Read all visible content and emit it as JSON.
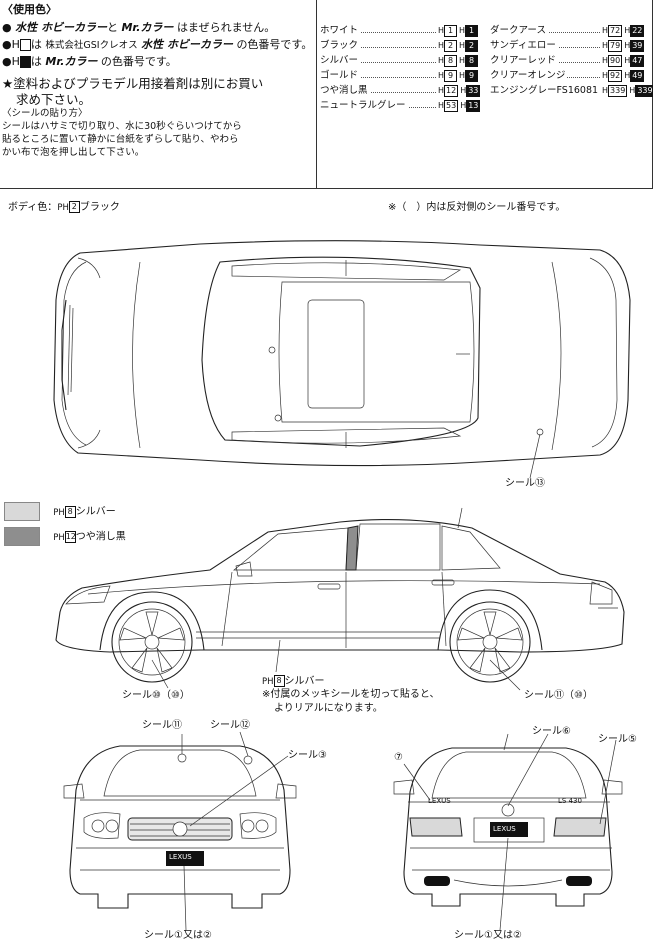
{
  "header": {
    "section_title": "〈使用色〉",
    "bullet1": {
      "brand1": "水性 ホビーカラー",
      "mid": "と",
      "brand2": "Mr.カラー",
      "tail": "はまぜられません。"
    },
    "bullet2": {
      "prefix_h": "H",
      "mid": "は",
      "company": "株式会社GSIクレオス",
      "brand1": "水性 ホビーカラー",
      "tail": "の色番号です。"
    },
    "bullet3": {
      "prefix_h": "H",
      "mid": "は",
      "brand2": "Mr.カラー",
      "tail": "の色番号です。"
    },
    "notice_line1": "★塗料およびプラモデル用接着剤は別にお買い",
    "notice_line2": "求め下さい。",
    "decal_title": "〈シールの貼り方〉",
    "decal_line1": "シールはハサミで切り取り、水に30秒ぐらいつけてから",
    "decal_line2": "貼るところに置いて静かに台紙をずらして貼り、やわら",
    "decal_line3": "かい布で泡を押し出して下さい。"
  },
  "color_table": {
    "left": [
      {
        "name": "ホワイト",
        "h": "H",
        "open": "1",
        "filled": "1"
      },
      {
        "name": "ブラック",
        "h": "H",
        "open": "2",
        "filled": "2"
      },
      {
        "name": "シルバー",
        "h": "H",
        "open": "8",
        "filled": "8"
      },
      {
        "name": "ゴールド",
        "h": "H",
        "open": "9",
        "filled": "9"
      },
      {
        "name": "つや消し黒",
        "h": "H",
        "open": "12",
        "filled": "33"
      },
      {
        "name": "ニュートラルグレー",
        "h": "H",
        "open": "53",
        "filled": "13"
      }
    ],
    "right": [
      {
        "name": "ダークアース",
        "h": "H",
        "open": "72",
        "filled": "22"
      },
      {
        "name": "サンディエロー",
        "h": "H",
        "open": "79",
        "filled": "39"
      },
      {
        "name": "クリアーレッド",
        "h": "H",
        "open": "90",
        "filled": "47"
      },
      {
        "name": "クリアーオレンジ",
        "h": "H",
        "open": "92",
        "filled": "49"
      },
      {
        "name": "エンジングレーFS16081",
        "h": "H",
        "open": "339",
        "filled": "339"
      }
    ]
  },
  "body_color": {
    "label": "ボディ色：",
    "code_prefix": "PH",
    "code": "2",
    "name": "ブラック"
  },
  "reverse_note": "※（　）内は反対側のシール番号です。",
  "legend": [
    {
      "code_prefix": "PH",
      "code": "8",
      "name": "シルバー",
      "color": "#d9d9d9"
    },
    {
      "code_prefix": "PH",
      "code": "12",
      "name": "つや消し黒",
      "color": "#8e8e8e"
    }
  ],
  "callouts": {
    "top_seal": "シール⑬",
    "side_front_wheel": "シール⑩（⑩）",
    "side_rear_wheel": "シール⑪（⑩）",
    "side_silver_prefix": "PH",
    "side_silver_code": "8",
    "side_silver_name": "シルバー",
    "side_note_line1": "※付属のメッキシールを切って貼ると、",
    "side_note_line2": "よりリアルになります。",
    "front_seal11": "シール⑪",
    "front_seal12": "シール⑫",
    "front_seal3": "シール③",
    "front_seal_bottom": "シール①又は②",
    "rear_seal6": "シール⑥",
    "rear_seal5": "シール⑤",
    "rear_seal7": "⑦",
    "rear_seal_bottom": "シール①又は②"
  },
  "emblems": {
    "plate": "LEXUS",
    "trunk_left": "LEXUS",
    "trunk_right": "LS 430"
  }
}
